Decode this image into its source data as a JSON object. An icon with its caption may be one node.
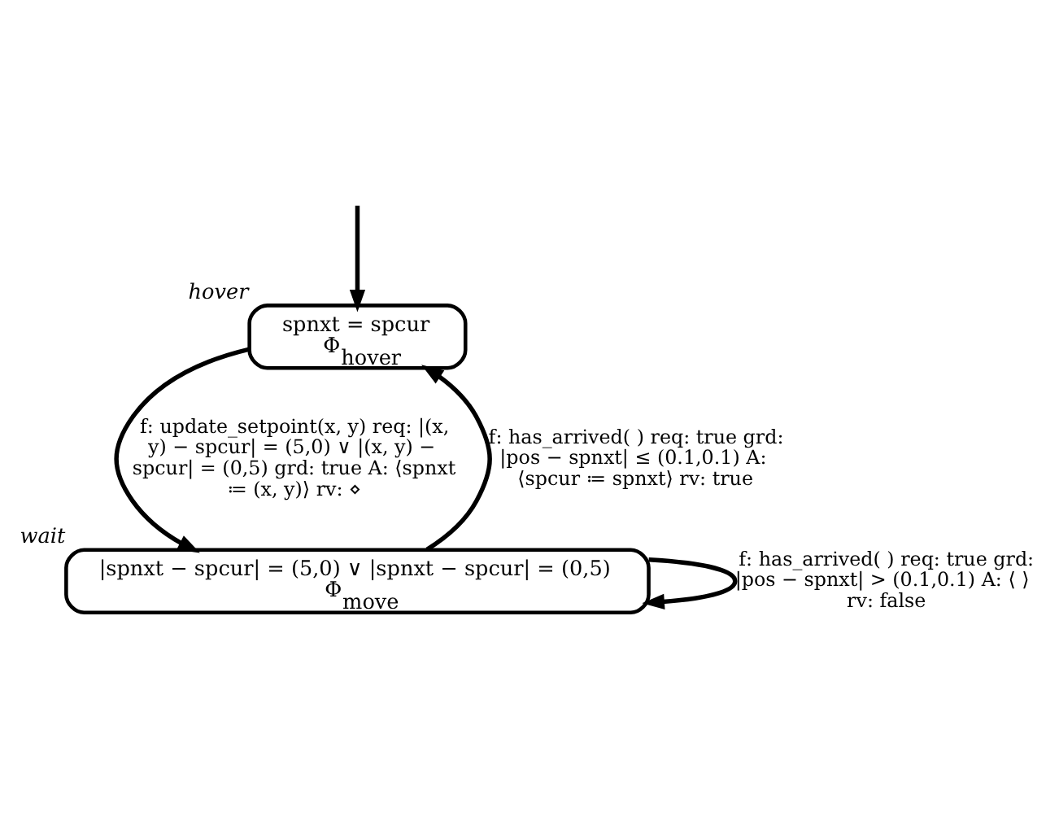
{
  "diagram": {
    "nodes": [
      {
        "text": [
          "spnxt = spcur",
          "Φ$_{hover}$"
        ],
        "beside": [
          "hover"
        ]
      },
      {
        "text": [
          "|spnxt − spcur| = (5,0) ∨ |spnxt − spcur| = (0,5)",
          "Φ$_{move}$"
        ],
        "beside": [
          "wait"
        ]
      }
    ],
    "edges": [
      {
        "from": null,
        "to": 0,
        "arrow": "to"
      },
      {
        "from": 0,
        "to": 1,
        "arrow": "to",
        "label": "f: update_setpoint(x, y) req: |(x, y) − spcur| = (5,0) ∨ |(x, y) − spcur| = (0,5) grd: true A: ⟨spnxt ≔ (x, y)⟩ rv: ⋄"
      },
      {
        "from": 1,
        "to": 0,
        "arrow": "to",
        "label": "f: has_arrived( ) req: true grd: |pos − spnxt| ≤ (0.1,0.1) A: ⟨spcur ≔ spnxt⟩ rv: true"
      },
      {
        "from": 1,
        "to": 1,
        "arrow": "to",
        "label": "f: has_arrived( ) req: true grd: |pos − spnxt| > (0.1,0.1) A: ⟨ ⟩ rv: false"
      }
    ]
  }
}
